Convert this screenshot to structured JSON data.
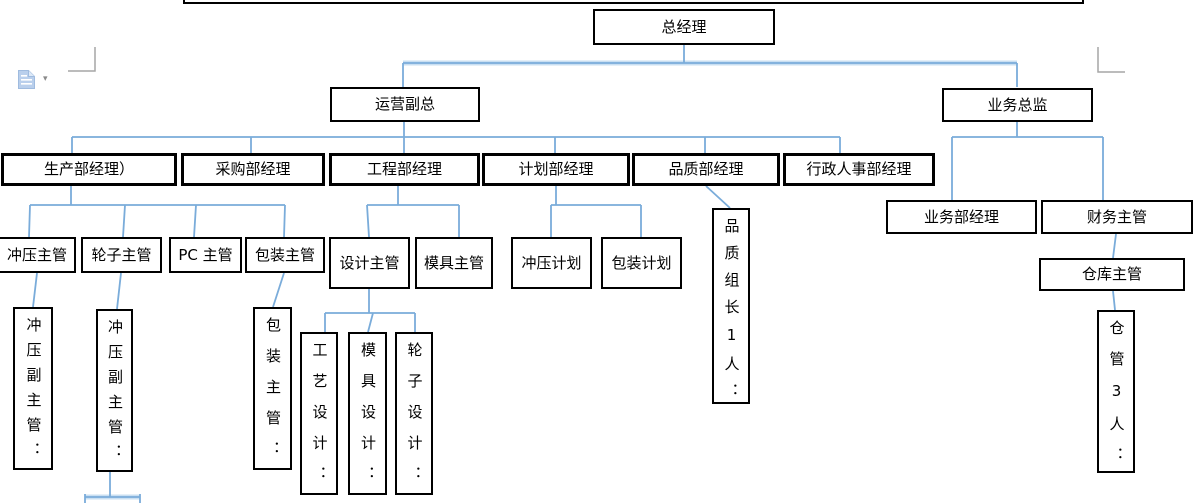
{
  "document": {
    "kind": "word-canvas-org-chart",
    "title_box_label": ""
  },
  "icons": {
    "paste_options": "clipboard-paste-icon",
    "dropdown_glyph": "▾"
  },
  "colors": {
    "connector": "#7AACDA",
    "connector_glow": "#C9DFF2",
    "box_border": "#000000",
    "crop_mark": "#A6A6A6",
    "paste_icon_fill": "#B9CFEC"
  },
  "org_chart": {
    "nodes": [
      {
        "id": "general-manager",
        "label": "总经理",
        "parent": "",
        "orientation": "horizontal"
      },
      {
        "id": "operations-vp",
        "label": "运营副总",
        "parent": "general-manager",
        "orientation": "horizontal"
      },
      {
        "id": "business-director",
        "label": "业务总监",
        "parent": "general-manager",
        "orientation": "horizontal"
      },
      {
        "id": "production-manager",
        "label": "生产部经理）",
        "parent": "operations-vp",
        "orientation": "horizontal"
      },
      {
        "id": "purchasing-manager",
        "label": "采购部经理",
        "parent": "operations-vp",
        "orientation": "horizontal"
      },
      {
        "id": "engineering-manager",
        "label": "工程部经理",
        "parent": "operations-vp",
        "orientation": "horizontal"
      },
      {
        "id": "planning-manager",
        "label": "计划部经理",
        "parent": "operations-vp",
        "orientation": "horizontal"
      },
      {
        "id": "quality-manager",
        "label": "品质部经理",
        "parent": "operations-vp",
        "orientation": "horizontal"
      },
      {
        "id": "admin-hr-manager",
        "label": "行政人事部经理",
        "parent": "operations-vp",
        "orientation": "horizontal"
      },
      {
        "id": "business-dept-manager",
        "label": "业务部经理",
        "parent": "business-director",
        "orientation": "horizontal"
      },
      {
        "id": "finance-supervisor",
        "label": "财务主管",
        "parent": "business-director",
        "orientation": "horizontal"
      },
      {
        "id": "stamping-supervisor",
        "label": "冲压主管",
        "parent": "production-manager",
        "orientation": "horizontal"
      },
      {
        "id": "wheel-supervisor",
        "label": "轮子主管",
        "parent": "production-manager",
        "orientation": "horizontal"
      },
      {
        "id": "pc-supervisor",
        "label": "PC 主管",
        "parent": "production-manager",
        "orientation": "horizontal"
      },
      {
        "id": "packaging-supervisor",
        "label": "包装主管",
        "parent": "production-manager",
        "orientation": "horizontal"
      },
      {
        "id": "design-supervisor",
        "label": "设计主管",
        "parent": "engineering-manager",
        "orientation": "horizontal"
      },
      {
        "id": "mold-supervisor",
        "label": "模具主管",
        "parent": "engineering-manager",
        "orientation": "horizontal"
      },
      {
        "id": "stamping-planner",
        "label": "冲压计划",
        "parent": "planning-manager",
        "orientation": "horizontal"
      },
      {
        "id": "packaging-planner",
        "label": "包装计划",
        "parent": "planning-manager",
        "orientation": "horizontal"
      },
      {
        "id": "quality-group-leader",
        "label": "品质组长1人：",
        "parent": "quality-manager",
        "orientation": "vertical"
      },
      {
        "id": "warehouse-supervisor",
        "label": "仓库主管",
        "parent": "finance-supervisor",
        "orientation": "horizontal"
      },
      {
        "id": "stamping-deputy-supervisor-1",
        "label": "冲压副主管：",
        "parent": "stamping-supervisor",
        "orientation": "vertical"
      },
      {
        "id": "stamping-deputy-supervisor-2",
        "label": "冲压副主管：",
        "parent": "wheel-supervisor",
        "orientation": "vertical"
      },
      {
        "id": "packaging-supervisor-sub",
        "label": "包装主管：",
        "parent": "packaging-supervisor",
        "orientation": "vertical"
      },
      {
        "id": "process-designer",
        "label": "工艺设计：",
        "parent": "design-supervisor",
        "orientation": "vertical"
      },
      {
        "id": "mold-designer",
        "label": "模具设计：",
        "parent": "design-supervisor",
        "orientation": "vertical"
      },
      {
        "id": "wheel-designer",
        "label": "轮子设计：",
        "parent": "design-supervisor",
        "orientation": "vertical"
      },
      {
        "id": "warehouse-keeper",
        "label": "仓管3人：",
        "parent": "warehouse-supervisor",
        "orientation": "vertical"
      }
    ]
  }
}
